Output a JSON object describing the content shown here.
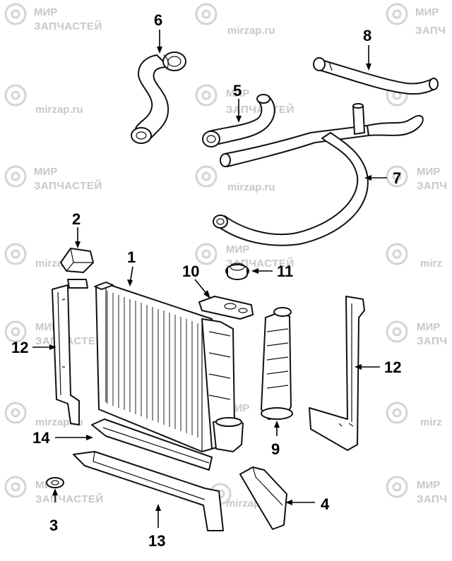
{
  "watermark": {
    "brand_line1": "МИР",
    "brand_line2": "ЗАПЧАСТЕЙ",
    "url": "mirzap.ru",
    "partial_brand": "ЗАПЧ",
    "partial_url": "mirz"
  },
  "callouts": [
    {
      "id": "1",
      "label": "1"
    },
    {
      "id": "2",
      "label": "2"
    },
    {
      "id": "3",
      "label": "3"
    },
    {
      "id": "4",
      "label": "4"
    },
    {
      "id": "5",
      "label": "5"
    },
    {
      "id": "6",
      "label": "6"
    },
    {
      "id": "7",
      "label": "7"
    },
    {
      "id": "8",
      "label": "8"
    },
    {
      "id": "9",
      "label": "9"
    },
    {
      "id": "10",
      "label": "10"
    },
    {
      "id": "11",
      "label": "11"
    },
    {
      "id": "12a",
      "label": "12"
    },
    {
      "id": "12b",
      "label": "12"
    },
    {
      "id": "13",
      "label": "13"
    },
    {
      "id": "14",
      "label": "14"
    }
  ],
  "colors": {
    "line": "#111111",
    "watermark": "#c8c8c8",
    "background": "#ffffff"
  }
}
